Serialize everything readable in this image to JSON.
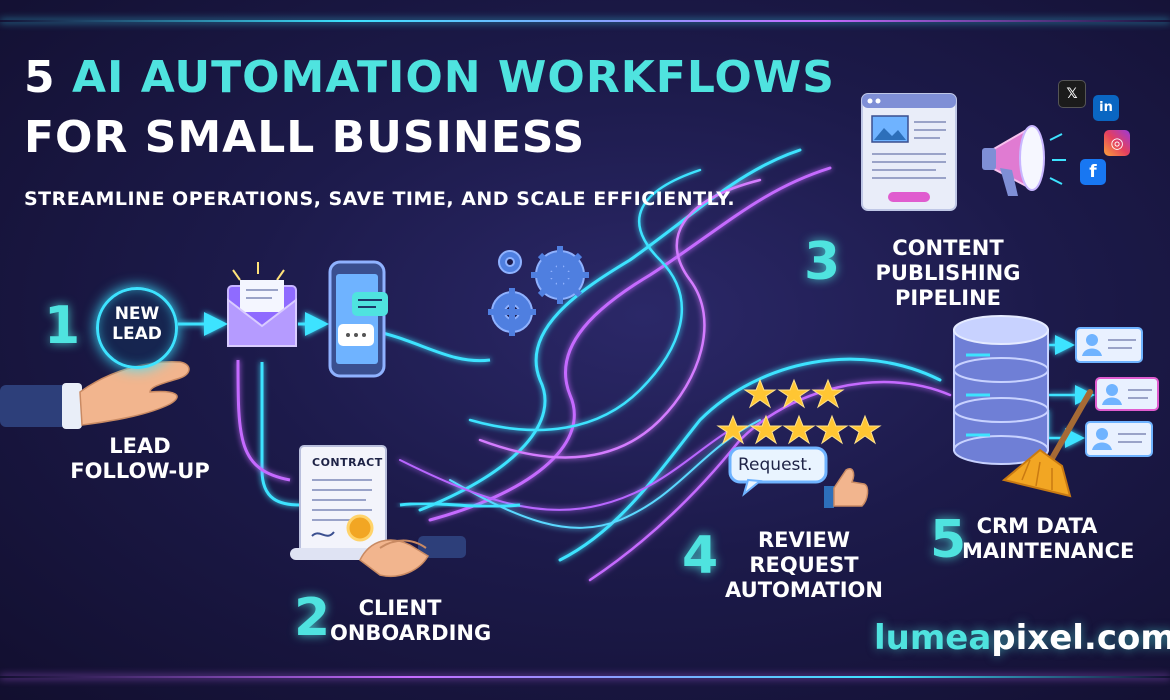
{
  "title": {
    "number": "5",
    "accent": "AI AUTOMATION WORKFLOWS",
    "line2": "FOR SMALL BUSINESS"
  },
  "subtitle": "STREAMLINE OPERATIONS, SAVE TIME, AND SCALE EFFICIENTLY.",
  "workflows": [
    {
      "number": "1",
      "line1": "LEAD",
      "line2": "FOLLOW-UP"
    },
    {
      "number": "2",
      "line1": "CLIENT",
      "line2": "ONBOARDING"
    },
    {
      "number": "3",
      "line1": "CONTENT PUBLISHING",
      "line2": "PIPELINE"
    },
    {
      "number": "4",
      "line1": "REVIEW REQUEST",
      "line2": "AUTOMATION"
    },
    {
      "number": "5",
      "line1": "CRM DATA",
      "line2": "MAINTENANCE"
    }
  ],
  "badge": {
    "line1": "NEW",
    "line2": "LEAD"
  },
  "contract_label": "CONTRACT",
  "review_bubble": "Request.",
  "brand": {
    "part1": "lumea",
    "part2": "pixel.com"
  },
  "social_icons": [
    {
      "name": "x-icon",
      "glyph": "𝕏"
    },
    {
      "name": "linkedin-icon",
      "glyph": "in"
    },
    {
      "name": "instagram-icon",
      "glyph": "◎"
    },
    {
      "name": "facebook-icon",
      "glyph": "f"
    }
  ],
  "colors": {
    "background": "#1c1a4a",
    "accent_cyan": "#4fe3df",
    "neon_blue": "#3de3ff",
    "neon_purple": "#c56bff",
    "star_gold": "#ffc633"
  }
}
